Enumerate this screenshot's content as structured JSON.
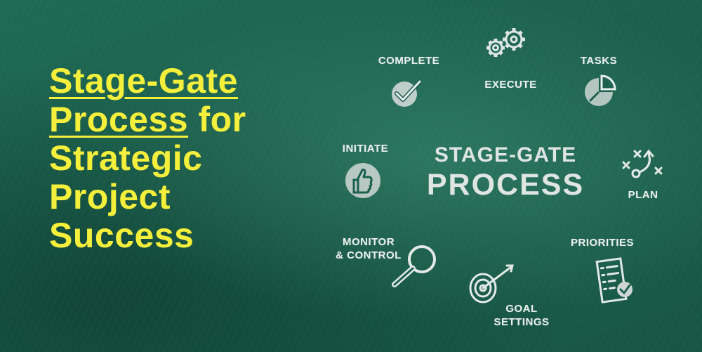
{
  "headline": {
    "line1": "Stage-Gate",
    "line2_underlined": "Process",
    "line2_rest": " for",
    "line3": "Strategic",
    "line4": "Project",
    "line5": "Success"
  },
  "diagram": {
    "center_line1": "STAGE-GATE",
    "center_line2": "PROCESS",
    "labels": {
      "complete": "COMPLETE",
      "execute": "EXECUTE",
      "tasks": "TASKS",
      "initiate": "INITIATE",
      "plan": "PLAN",
      "monitor_line1": "MONITOR",
      "monitor_line2": "& CONTROL",
      "priorities": "PRIORITIES",
      "goal_line1": "GOAL",
      "goal_line2": "SETTINGS"
    },
    "icons": [
      "checkmark-circle-icon",
      "gears-icon",
      "pie-chart-icon",
      "thumbs-up-icon",
      "strategy-play-icon",
      "magnifier-icon",
      "checklist-icon",
      "target-arrow-icon"
    ]
  },
  "colors": {
    "board": "#1b5f4c",
    "headline": "#f4ef3a",
    "chalk": "#e9efec"
  }
}
